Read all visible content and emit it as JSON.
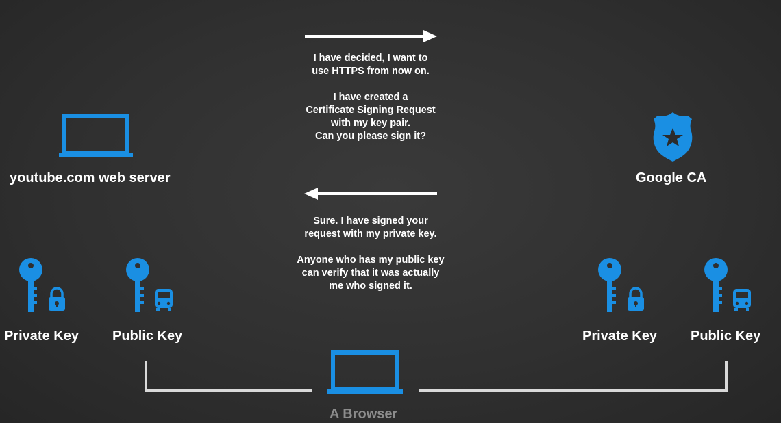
{
  "server": {
    "label": "youtube.com web server",
    "private_key_label": "Private Key",
    "public_key_label": "Public Key"
  },
  "ca": {
    "label": "Google CA",
    "private_key_label": "Private Key",
    "public_key_label": "Public Key"
  },
  "messages": {
    "request": "I have decided, I want to\nuse HTTPS from now on.\n\nI have created a\nCertificate Signing Request\nwith my key pair.\nCan you please sign it?",
    "response": "Sure. I have signed your\nrequest with my private key.\n\nAnyone who has my public key\ncan verify that it was actually\nme who signed it."
  },
  "browser": {
    "label": "A Browser"
  },
  "colors": {
    "accent": "#1a8fe3",
    "text": "#ffffff",
    "muted": "#8c8c8c",
    "line": "#d9d9d9",
    "background": "#333333"
  },
  "icons": {
    "server": "laptop-icon",
    "ca": "police-badge-icon",
    "private_key": "key-lock-icon",
    "public_key": "key-bus-icon",
    "browser": "laptop-icon"
  }
}
